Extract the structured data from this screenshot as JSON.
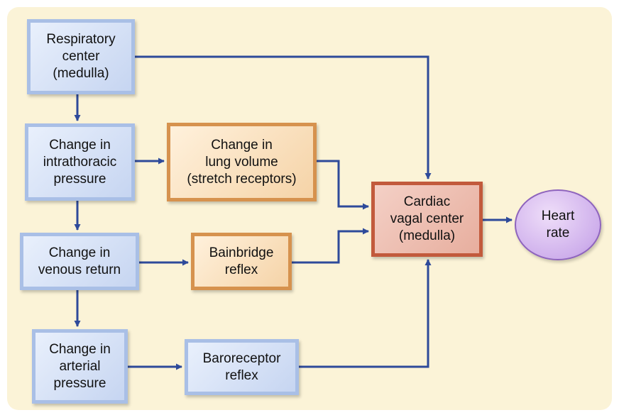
{
  "nodes": {
    "respiratory_center": "Respiratory\ncenter\n(medulla)",
    "intrathoracic_pressure": "Change in\nintrathoracic\npressure",
    "lung_volume": "Change in\nlung volume\n(stretch receptors)",
    "venous_return": "Change in\nvenous return",
    "bainbridge_reflex": "Bainbridge\nreflex",
    "arterial_pressure": "Change in\narterial\npressure",
    "baroreceptor_reflex": "Baroreceptor\nreflex",
    "cardiac_vagal_center": "Cardiac\nvagal center\n(medulla)",
    "heart_rate": "Heart\nrate"
  },
  "colors": {
    "arrow": "#2e4a9a",
    "panel": "#fbf3d7",
    "blue_border": "#a9bfe6",
    "tan_border": "#d6924e",
    "red_border": "#c25a3c",
    "ellipse_fill": "#cfb0ec"
  }
}
